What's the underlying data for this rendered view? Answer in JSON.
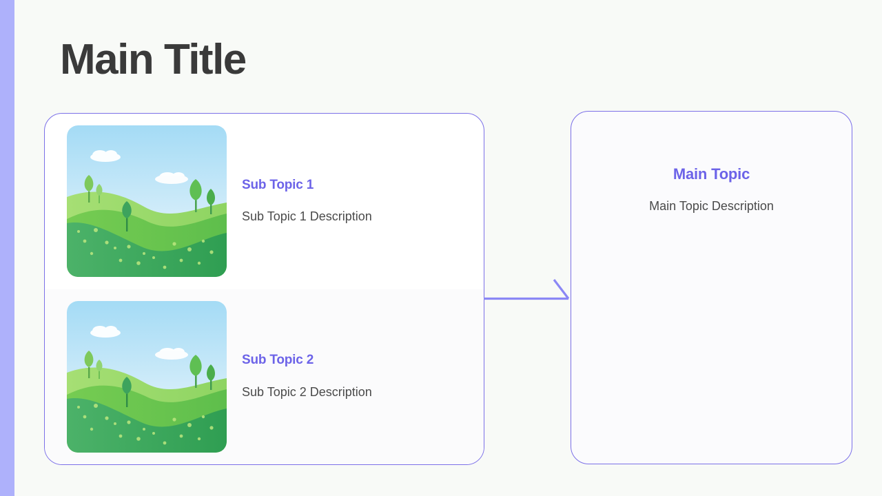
{
  "page": {
    "title": "Main Title",
    "background_color": "#f8faf7",
    "accent_bar_color": "#aeb1fb",
    "accent_purple": "#6c63e8",
    "border_purple": "#7b6fe8",
    "connector_color": "#8b87f5"
  },
  "subtopics_card": {
    "items": [
      {
        "title": "Sub Topic 1",
        "description": "Sub Topic 1 Description",
        "image": "landscape-hills-illustration"
      },
      {
        "title": "Sub Topic 2",
        "description": "Sub Topic 2 Description",
        "image": "landscape-hills-illustration"
      }
    ]
  },
  "main_topic_panel": {
    "title": "Main Topic",
    "description": "Main Topic Description"
  },
  "connector": {
    "name": "arrow-right",
    "direction": "left-to-right"
  },
  "illustration": {
    "sky_top": "#a9ddf6",
    "sky_bottom": "#e9f7fb",
    "hill_light": "#9fdc6f",
    "hill_mid": "#6cc551",
    "hill_dark": "#3da35d",
    "tree_light": "#7ec95c",
    "tree_mid": "#58b947",
    "tree_dark": "#2f9e52",
    "cloud": "#ffffff"
  }
}
